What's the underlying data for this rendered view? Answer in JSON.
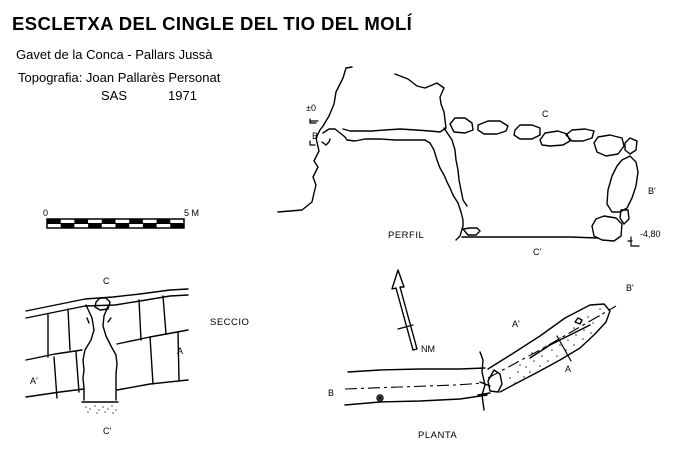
{
  "header": {
    "title": "ESCLETXA DEL CINGLE DEL TIO DEL MOLÍ",
    "location": "Gavet de la Conca - Pallars Jussà",
    "survey": "Topografia: Joan Pallarès Personat",
    "group": "SAS",
    "year": "1971"
  },
  "scale_bar": {
    "min_label": "0",
    "max_label": "5 M"
  },
  "profile": {
    "view_label": "PERFIL",
    "level_top": "±0",
    "level_bottom": "-4,80",
    "points": {
      "b": "B",
      "c": "C",
      "b_prime": "B'",
      "c_prime": "C'"
    }
  },
  "section": {
    "view_label": "SECCIO",
    "points": {
      "c": "C",
      "a": "A",
      "a_prime": "A'",
      "c_prime": "C'"
    }
  },
  "plan": {
    "view_label": "PLANTA",
    "north_label": "NM",
    "points": {
      "b": "B",
      "b_prime": "B'",
      "a": "A",
      "a_prime": "A'"
    }
  }
}
